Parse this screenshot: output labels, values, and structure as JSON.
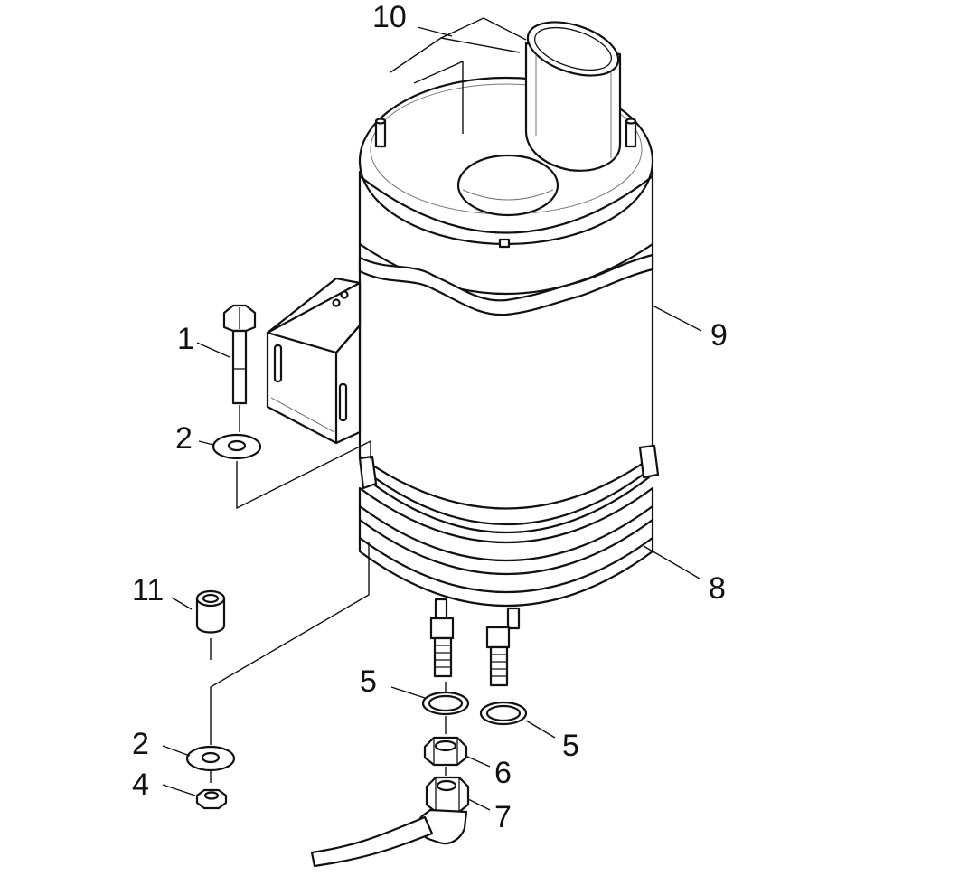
{
  "diagram": {
    "type": "exploded-parts-view",
    "callouts": [
      {
        "id": "callout-10",
        "label": "10"
      },
      {
        "id": "callout-9",
        "label": "9"
      },
      {
        "id": "callout-8",
        "label": "8"
      },
      {
        "id": "callout-1",
        "label": "1"
      },
      {
        "id": "callout-2-top",
        "label": "2"
      },
      {
        "id": "callout-11",
        "label": "11"
      },
      {
        "id": "callout-2-bottom",
        "label": "2"
      },
      {
        "id": "callout-4",
        "label": "4"
      },
      {
        "id": "callout-5-left",
        "label": "5"
      },
      {
        "id": "callout-5-right",
        "label": "5"
      },
      {
        "id": "callout-6",
        "label": "6"
      },
      {
        "id": "callout-7",
        "label": "7"
      }
    ]
  }
}
